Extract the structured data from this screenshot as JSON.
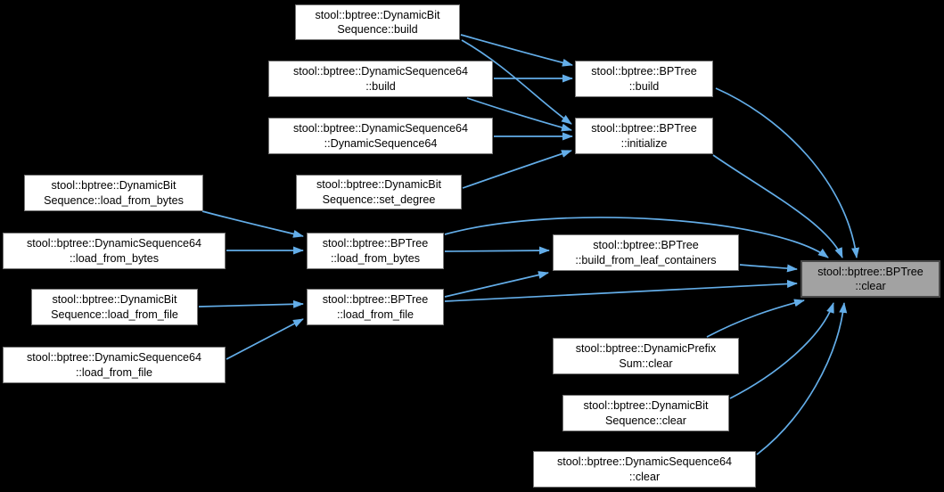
{
  "colors": {
    "background": "#000000",
    "node_fill": "#ffffff",
    "node_border": "#757575",
    "highlight_fill": "#a2a2a2",
    "highlight_border": "#4a4a4a",
    "edge": "#63ade8",
    "text": "#000000"
  },
  "graph": {
    "nodes": [
      {
        "id": "dbs_build",
        "label": "stool::bptree::DynamicBit\nSequence::build",
        "highlighted": false
      },
      {
        "id": "ds64_build",
        "label": "stool::bptree::DynamicSequence64\n::build",
        "highlighted": false
      },
      {
        "id": "ds64_ctor",
        "label": "stool::bptree::DynamicSequence64\n::DynamicSequence64",
        "highlighted": false
      },
      {
        "id": "dbs_set_degree",
        "label": "stool::bptree::DynamicBit\nSequence::set_degree",
        "highlighted": false
      },
      {
        "id": "dbs_lfb",
        "label": "stool::bptree::DynamicBit\nSequence::load_from_bytes",
        "highlighted": false
      },
      {
        "id": "ds64_lfb",
        "label": "stool::bptree::DynamicSequence64\n::load_from_bytes",
        "highlighted": false
      },
      {
        "id": "dbs_lff",
        "label": "stool::bptree::DynamicBit\nSequence::load_from_file",
        "highlighted": false
      },
      {
        "id": "ds64_lff",
        "label": "stool::bptree::DynamicSequence64\n::load_from_file",
        "highlighted": false
      },
      {
        "id": "bp_lfb",
        "label": "stool::bptree::BPTree\n::load_from_bytes",
        "highlighted": false
      },
      {
        "id": "bp_lff",
        "label": "stool::bptree::BPTree\n::load_from_file",
        "highlighted": false
      },
      {
        "id": "bp_build",
        "label": "stool::bptree::BPTree\n::build",
        "highlighted": false
      },
      {
        "id": "bp_init",
        "label": "stool::bptree::BPTree\n::initialize",
        "highlighted": false
      },
      {
        "id": "bp_bflc",
        "label": "stool::bptree::BPTree\n::build_from_leaf_containers",
        "highlighted": false
      },
      {
        "id": "dps_clear",
        "label": "stool::bptree::DynamicPrefix\nSum::clear",
        "highlighted": false
      },
      {
        "id": "dbs_clear",
        "label": "stool::bptree::DynamicBit\nSequence::clear",
        "highlighted": false
      },
      {
        "id": "ds64_clear",
        "label": "stool::bptree::DynamicSequence64\n::clear",
        "highlighted": false
      },
      {
        "id": "bp_clear",
        "label": "stool::bptree::BPTree\n::clear",
        "highlighted": true
      }
    ],
    "edges": [
      {
        "from": "dbs_build",
        "to": "bp_build"
      },
      {
        "from": "dbs_build",
        "to": "bp_init"
      },
      {
        "from": "ds64_build",
        "to": "bp_build"
      },
      {
        "from": "ds64_build",
        "to": "bp_init"
      },
      {
        "from": "ds64_ctor",
        "to": "bp_init"
      },
      {
        "from": "dbs_set_degree",
        "to": "bp_init"
      },
      {
        "from": "dbs_lfb",
        "to": "bp_lfb"
      },
      {
        "from": "ds64_lfb",
        "to": "bp_lfb"
      },
      {
        "from": "dbs_lff",
        "to": "bp_lff"
      },
      {
        "from": "ds64_lff",
        "to": "bp_lff"
      },
      {
        "from": "bp_lfb",
        "to": "bp_bflc"
      },
      {
        "from": "bp_lff",
        "to": "bp_bflc"
      },
      {
        "from": "bp_build",
        "to": "bp_clear"
      },
      {
        "from": "bp_init",
        "to": "bp_clear"
      },
      {
        "from": "bp_lfb",
        "to": "bp_clear"
      },
      {
        "from": "bp_lff",
        "to": "bp_clear"
      },
      {
        "from": "bp_bflc",
        "to": "bp_clear"
      },
      {
        "from": "dps_clear",
        "to": "bp_clear"
      },
      {
        "from": "dbs_clear",
        "to": "bp_clear"
      },
      {
        "from": "ds64_clear",
        "to": "bp_clear"
      }
    ]
  }
}
